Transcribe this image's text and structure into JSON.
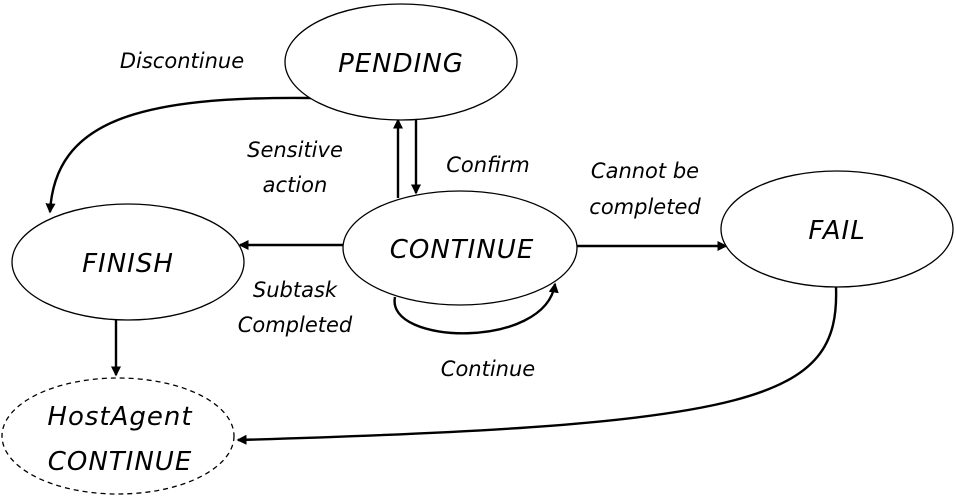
{
  "states": {
    "pending": "PENDING",
    "continue": "CONTINUE",
    "finish": "FINISH",
    "fail": "FAIL",
    "host_agent": [
      "HostAgent",
      "CONTINUE"
    ]
  },
  "transitions": {
    "discontinue": "Discontinue",
    "sensitive_action": [
      "Sensitive",
      "action"
    ],
    "confirm": "Confirm",
    "cannot_be_completed": [
      "Cannot be",
      "completed"
    ],
    "subtask_completed": [
      "Subtask",
      "Completed"
    ],
    "continue_loop": "Continue"
  }
}
